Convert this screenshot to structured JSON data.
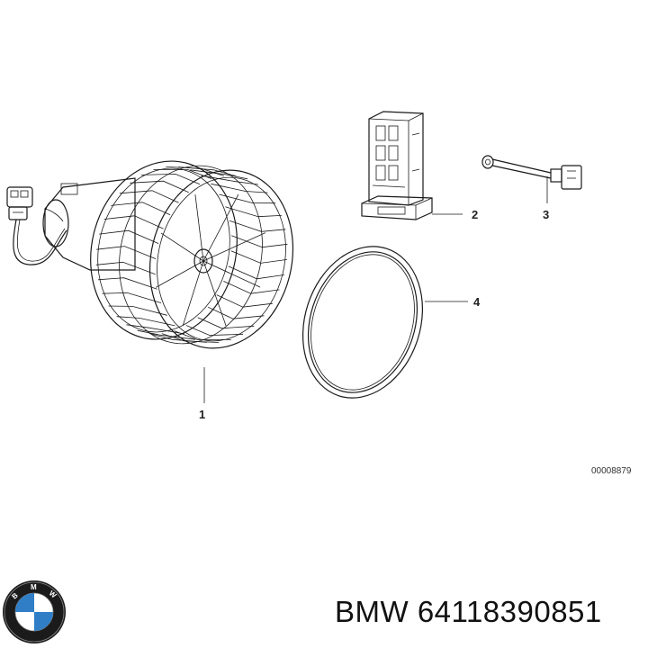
{
  "callouts": {
    "part1": "1",
    "part2": "2",
    "part3": "3",
    "part4": "4"
  },
  "drawing_number": "00008879",
  "caption": {
    "brand": "BMW",
    "part_number": "64118390851"
  },
  "logo": {
    "letters": "BMW",
    "colors": {
      "blue": "#2f7ec6",
      "white": "#ffffff",
      "ring": "#1b1b1b"
    }
  }
}
